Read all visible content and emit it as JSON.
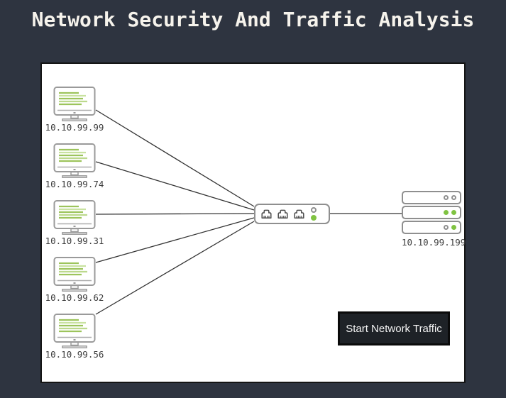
{
  "page": {
    "title": "Network Security And Traffic Analysis"
  },
  "colors": {
    "background": "#2e3440",
    "canvas": "#ffffff",
    "accent_green": "#80c342",
    "node_outline": "#8f8f8f",
    "wire": "#333333",
    "button_background": "#1e2227",
    "button_text": "#f4f4f4",
    "label_text": "#3c3c3c"
  },
  "icons": {
    "computer": "monitor-with-green-text-lines-icon",
    "switch": "ethernet-switch-icon",
    "port": "rj45-port-icon",
    "led": "status-dot",
    "server": "server-rack-icon"
  },
  "network": {
    "computers": [
      {
        "ip": "10.10.99.99"
      },
      {
        "ip": "10.10.99.74"
      },
      {
        "ip": "10.10.99.31"
      },
      {
        "ip": "10.10.99.62"
      },
      {
        "ip": "10.10.99.56"
      }
    ],
    "switch": {
      "port_count": 3,
      "leds": [
        "off",
        "on"
      ]
    },
    "server": {
      "ip": "10.10.99.199",
      "units": [
        {
          "leds": [
            "off",
            "off"
          ]
        },
        {
          "leds": [
            "on",
            "on"
          ]
        },
        {
          "leds": [
            "off",
            "on"
          ]
        }
      ]
    }
  },
  "controls": {
    "start_button_label": "Start Network Traffic"
  }
}
